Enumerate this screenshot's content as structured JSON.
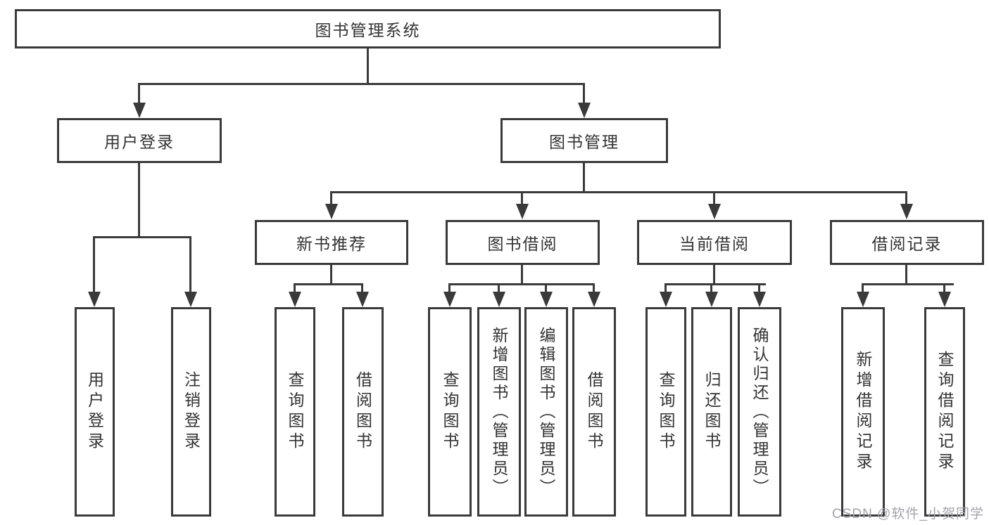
{
  "diagram": {
    "title": "图书管理系统",
    "root": {
      "label": "图书管理系统"
    },
    "branches": [
      {
        "label": "用户登录",
        "children": [
          "用户登录",
          "注销登录"
        ]
      },
      {
        "label": "图书管理",
        "children": [
          {
            "label": "新书推荐",
            "children": [
              "查询图书",
              "借阅图书"
            ]
          },
          {
            "label": "图书借阅",
            "children": [
              "查询图书",
              "新增图书（管理员）",
              "编辑图书（管理员）",
              "借阅图书"
            ]
          },
          {
            "label": "当前借阅",
            "children": [
              "查询图书",
              "归还图书",
              "确认归还（管理员）"
            ]
          },
          {
            "label": "借阅记录",
            "children": [
              "新增借阅记录",
              "查询借阅记录"
            ]
          }
        ]
      }
    ],
    "watermark": "CSDN @软件_小贺同学",
    "colors": {
      "line": "#3a3a3a",
      "text": "#333333",
      "watermark": "#a3a3ab",
      "background": "#ffffff"
    }
  }
}
